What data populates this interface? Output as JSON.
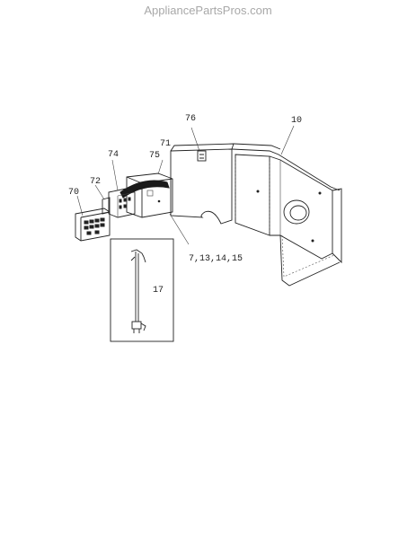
{
  "watermark": "AppliancePartsPros.com",
  "callouts": {
    "c10": "10",
    "c76": "76",
    "c71": "71",
    "c75": "75",
    "c74": "74",
    "c72": "72",
    "c70": "70",
    "c7": "7,13,14,15",
    "c17": "17"
  }
}
